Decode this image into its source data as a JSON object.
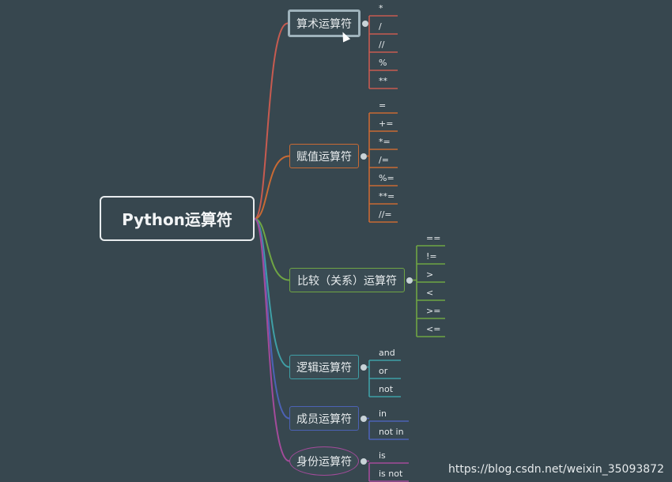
{
  "root": {
    "label": "Python运算符"
  },
  "branches": [
    {
      "label": "算术运算符",
      "color": "#c75b50",
      "items": [
        "*",
        "/",
        "//",
        "%",
        "**"
      ]
    },
    {
      "label": "赋值运算符",
      "color": "#c96a34",
      "items": [
        "=",
        "+=",
        "*=",
        "/=",
        "%=",
        "**=",
        "//="
      ]
    },
    {
      "label": "比较（关系）运算符",
      "color": "#6fa544",
      "items": [
        "==",
        "!=",
        ">",
        "<",
        ">=",
        "<="
      ]
    },
    {
      "label": "逻辑运算符",
      "color": "#3f9fa6",
      "items": [
        "and",
        "or",
        "not"
      ]
    },
    {
      "label": "成员运算符",
      "color": "#4c62b5",
      "items": [
        "in",
        "not in"
      ]
    },
    {
      "label": "身份运算符",
      "color": "#a34b9a",
      "items": [
        "is",
        "is not"
      ]
    }
  ],
  "watermark": "https://blog.csdn.net/weixin_35093872"
}
